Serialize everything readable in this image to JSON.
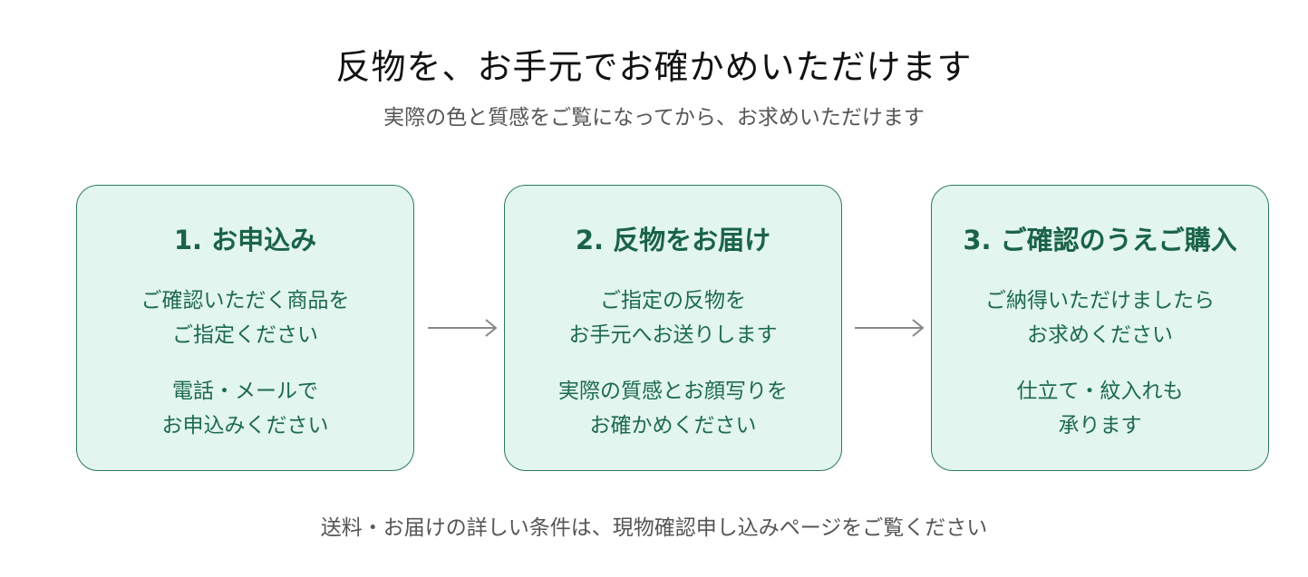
{
  "header": {
    "title": "反物を、お手元でお確かめいただけます",
    "subtitle": "実際の色と質感をご覧になってから、お求めいただけます"
  },
  "steps": [
    {
      "title": "1. お申込み",
      "text1": [
        "ご確認いただく商品を",
        "ご指定ください"
      ],
      "text2": [
        "電話・メールで",
        "お申込みください"
      ]
    },
    {
      "title": "2. 反物をお届け",
      "text1": [
        "ご指定の反物を",
        "お手元へお送りします"
      ],
      "text2": [
        "実際の質感とお顔写りを",
        "お確かめください"
      ]
    },
    {
      "title": "3. ご確認のうえご購入",
      "text1": [
        "ご納得いただけましたら",
        "お求めください"
      ],
      "text2": [
        "仕立て・紋入れも",
        "承ります"
      ]
    }
  ],
  "footer": {
    "note": "送料・お届けの詳しい条件は、現物確認申し込みページをご覧ください"
  },
  "colors": {
    "card_background": "#e2f5ee",
    "card_border": "#2d7a5a",
    "card_text": "#1d6a4e",
    "arrow": "#888888"
  },
  "icons": [
    "arrow-right-icon",
    "arrow-right-icon"
  ]
}
